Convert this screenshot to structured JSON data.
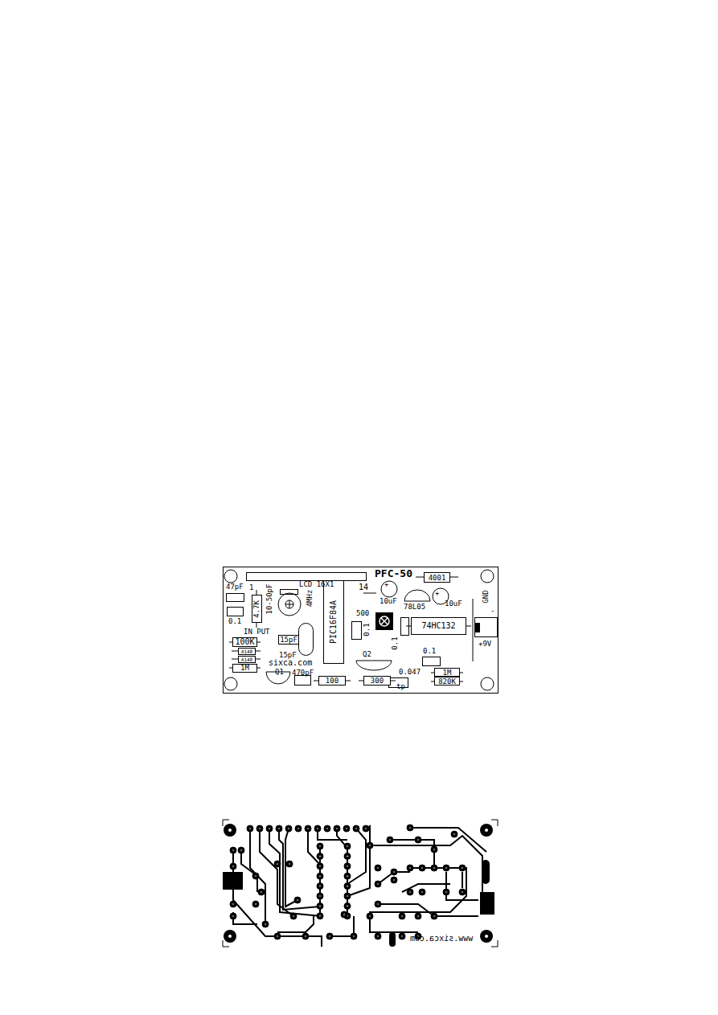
{
  "diagram": {
    "nodes": [
      {
        "text": [
          "4001"
        ]
      },
      {
        "text": [
          "4.7K"
        ]
      },
      {
        "text": [
          "PIC16F84A"
        ]
      },
      {
        "text": [
          "100K"
        ]
      },
      {
        "text": [
          "4148"
        ]
      },
      {
        "text": [
          "4148"
        ]
      },
      {
        "text": [
          "1M"
        ]
      },
      {
        "text": [
          "15pF"
        ]
      },
      {
        "text": [
          "74HC132"
        ]
      },
      {
        "text": [
          "100"
        ]
      },
      {
        "text": [
          "300"
        ]
      },
      {
        "text": [
          "1M"
        ]
      },
      {
        "text": [
          "820K"
        ]
      }
    ],
    "labels": [
      "PFC-50",
      "LCD 16X1",
      "1",
      "14",
      "47pF",
      "0.1",
      "10-50pF",
      "4MHz",
      "IN PUT",
      "sixca.com",
      "15pF",
      "Q1",
      "470pF",
      "500",
      "0.1",
      "+",
      "10uF",
      "78L05",
      "+",
      "10uF",
      "GND",
      "-",
      "+9V",
      "0.1",
      "Q2",
      "0.1",
      "0.047",
      "tp",
      "www.sixca.com"
    ]
  }
}
